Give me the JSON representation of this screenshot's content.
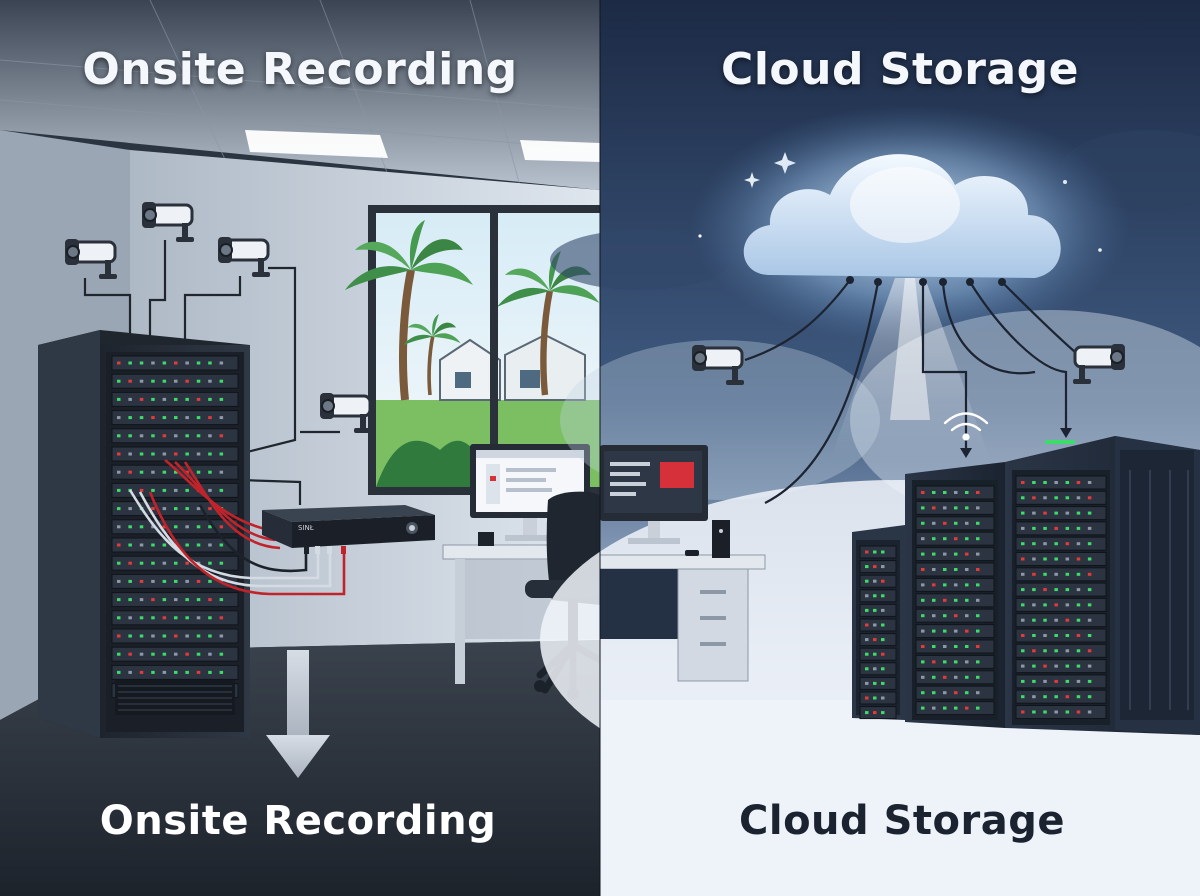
{
  "titles": {
    "left_top": "Onsite Recording",
    "right_top": "Cloud Storage",
    "left_bottom": "Onsite Recording",
    "right_bottom": "Cloud Storage"
  },
  "dvr_label": "SINŁ",
  "colors": {
    "left_dark": "#2b3542",
    "right_navy": "#1e2d49",
    "rack_body": "#262d38",
    "led_green": "#3ddc6a",
    "led_red": "#e23b3b",
    "cable_red": "#c0242a",
    "monitor_red": "#d6303a",
    "cloud_glow": "#cfe6ff"
  },
  "icons": [
    "security-camera-icon",
    "server-rack-icon",
    "dvr-recorder-icon",
    "cloud-icon",
    "monitor-icon",
    "office-chair-icon",
    "down-arrow-icon",
    "sparkle-icon",
    "wifi-icon"
  ]
}
